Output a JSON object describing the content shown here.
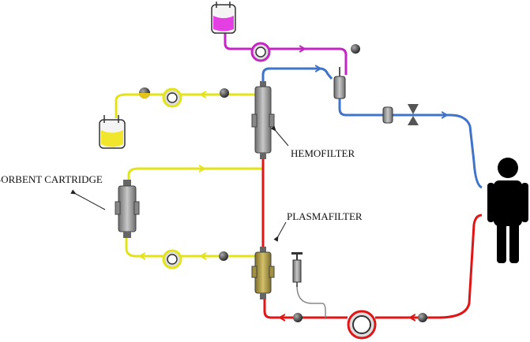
{
  "labels": {
    "hemofilter": "HEMOFILTER",
    "plasmafilter": "PLASMAFILTER",
    "sorbent_cartridge": "SORBENT CARTRIDGE"
  },
  "colors": {
    "replacement_line": "#c227c2",
    "effluent_line": "#e3e31a",
    "venous_return_line": "#3f74c9",
    "arterial_line": "#e01616",
    "plasmafilter_body": "#b5a24a",
    "device_gray": "#9a9a9a",
    "patient": "#000000",
    "effluent_bag_fluid": "#f0e62c",
    "replacement_bag_fluid": "#e33fe3"
  },
  "icons": [
    "replacement-bag-icon",
    "effluent-bag-icon",
    "roller-pump-icon",
    "pressure-sensor-icon",
    "bubble-trap-icon",
    "air-detector-icon",
    "clamp-icon",
    "syringe-icon",
    "patient-icon"
  ]
}
